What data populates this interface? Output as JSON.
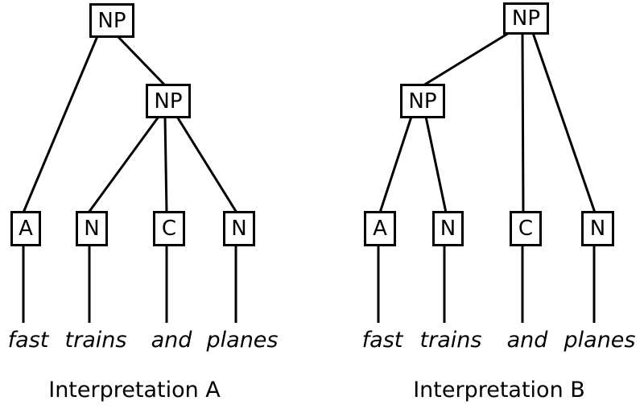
{
  "colors": {
    "background": "#ffffff",
    "line": "#000000",
    "text": "#000000"
  },
  "trees": {
    "a": {
      "caption": "Interpretation A",
      "root": "NP",
      "inner": "NP",
      "leaves": [
        {
          "tag": "A",
          "word": "fast"
        },
        {
          "tag": "N",
          "word": "trains"
        },
        {
          "tag": "C",
          "word": "and"
        },
        {
          "tag": "N",
          "word": "planes"
        }
      ]
    },
    "b": {
      "caption": "Interpretation B",
      "root": "NP",
      "inner": "NP",
      "leaves": [
        {
          "tag": "A",
          "word": "fast"
        },
        {
          "tag": "N",
          "word": "trains"
        },
        {
          "tag": "C",
          "word": "and"
        },
        {
          "tag": "N",
          "word": "planes"
        }
      ]
    }
  }
}
